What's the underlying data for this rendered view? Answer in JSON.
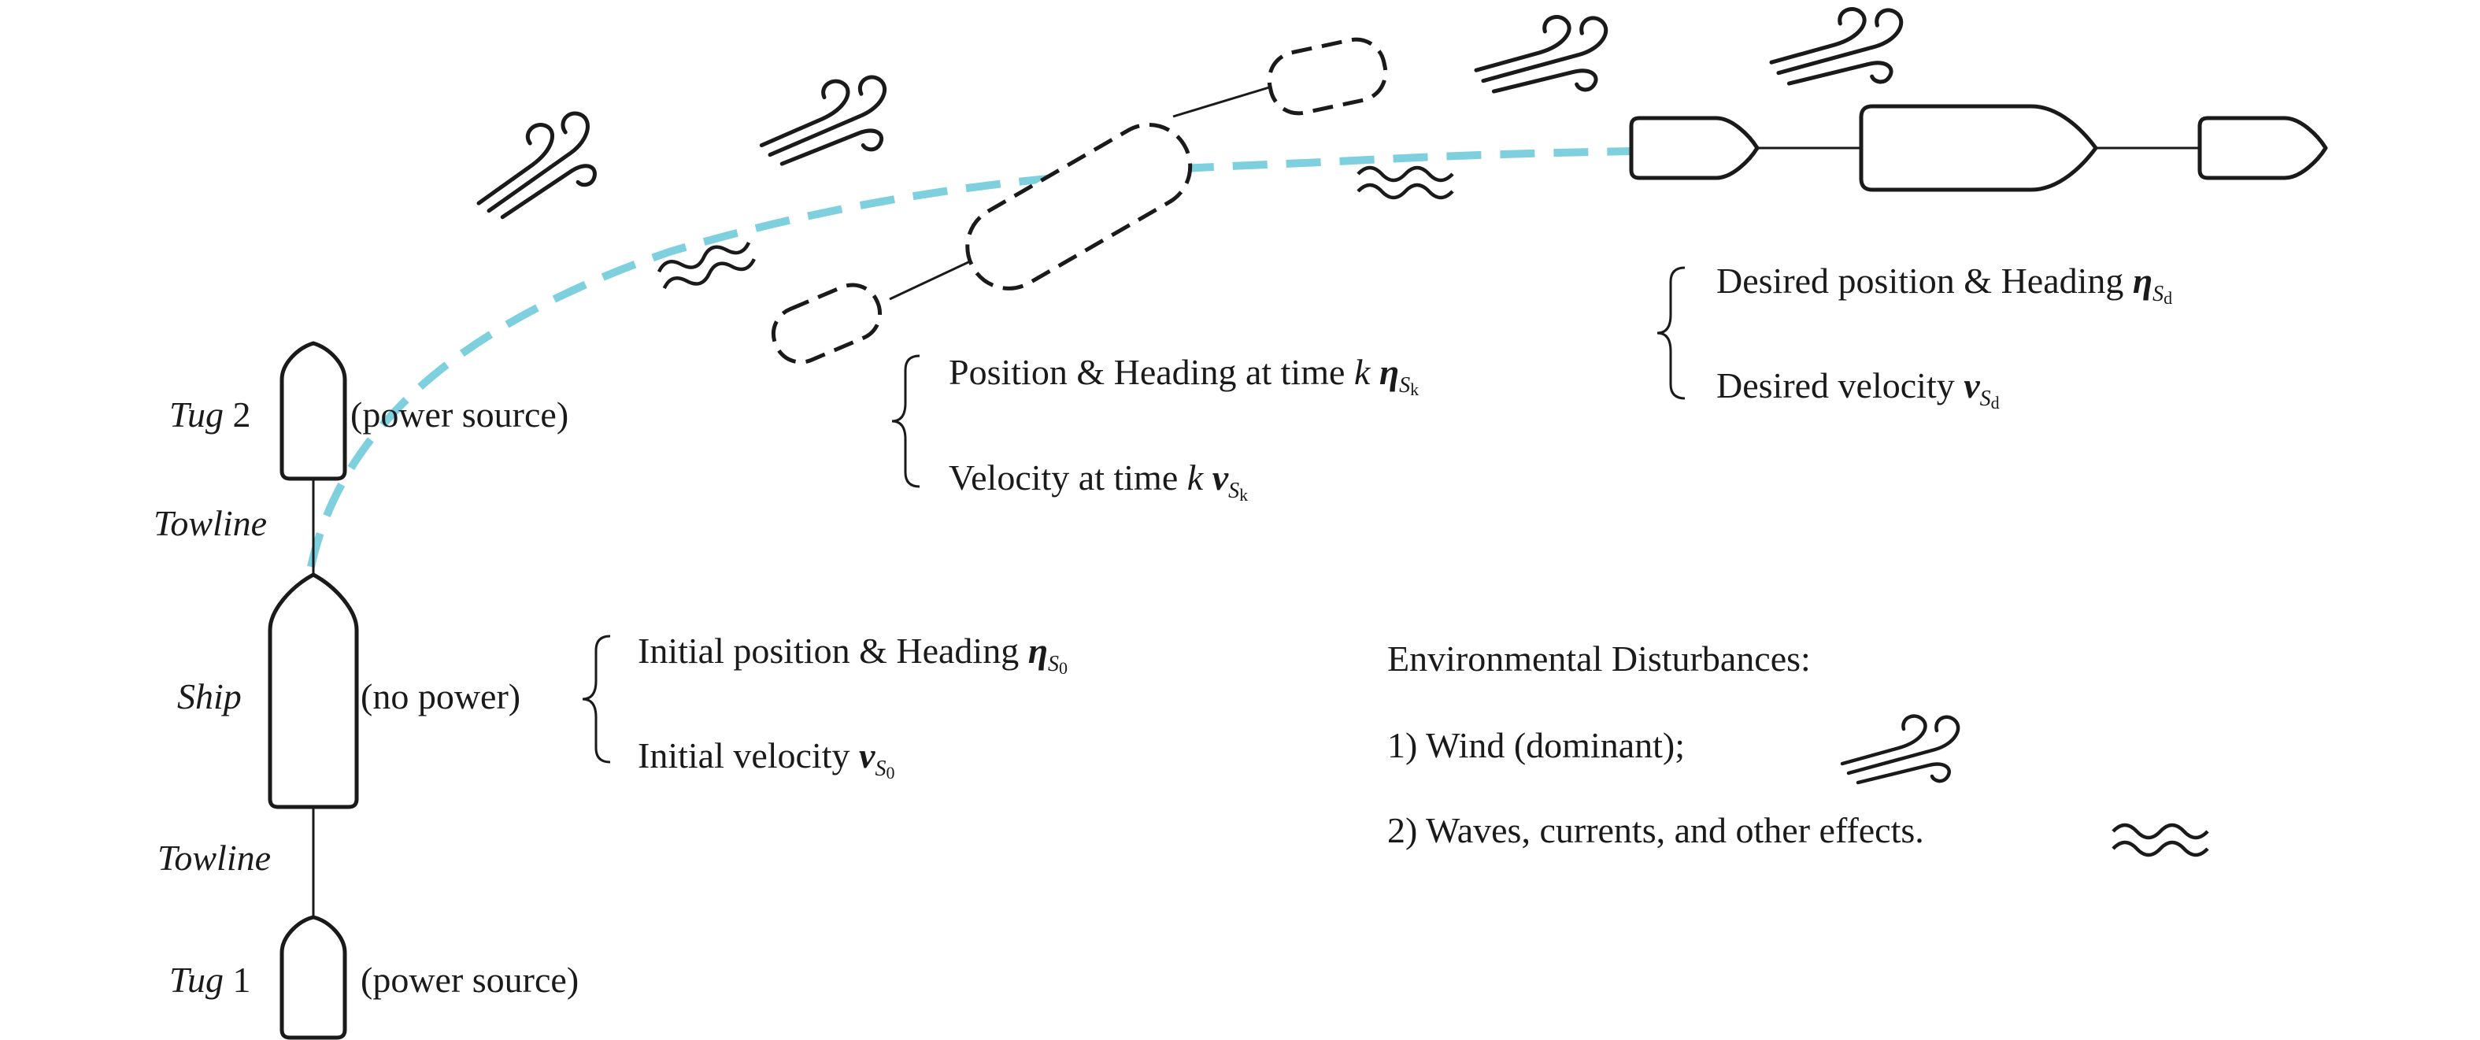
{
  "labels": {
    "tug2_name": "Tug",
    "tug2_num": "2",
    "tug2_desc": "(power source)",
    "towline_upper": "Towline",
    "ship_name": "Ship",
    "ship_desc": "(no power)",
    "towline_lower": "Towline",
    "tug1_name": "Tug",
    "tug1_num": "1",
    "tug1_desc": "(power source)"
  },
  "initial": {
    "pos_text": "Initial position & Heading ",
    "pos_sym": "η",
    "pos_sub": "S",
    "pos_subsub": "0",
    "vel_text": "Initial velocity ",
    "vel_sym": "v",
    "vel_sub": "S",
    "vel_subsub": "0"
  },
  "timek": {
    "pos_text": "Position & Heading at time ",
    "k": "k",
    "pos_sym": "η",
    "pos_sub": "S",
    "pos_subsub": "k",
    "vel_text": "Velocity at time ",
    "vel_sym": "v",
    "vel_sub": "S",
    "vel_subsub": "k"
  },
  "desired": {
    "pos_text": "Desired position & Heading ",
    "pos_sym": "η",
    "pos_sub": "S",
    "pos_subsub": "d",
    "vel_text": "Desired velocity ",
    "vel_sym": "v",
    "vel_sub": "S",
    "vel_subsub": "d"
  },
  "environment": {
    "heading": "Environmental Disturbances:",
    "wind": "1) Wind (dominant);",
    "waves": "2) Waves, currents, and other effects."
  },
  "icons": [
    "wind-icon",
    "wave-icon",
    "tug-icon",
    "ship-icon"
  ],
  "colors": {
    "track": "#7fd0df",
    "ink": "#1a1a1a"
  }
}
